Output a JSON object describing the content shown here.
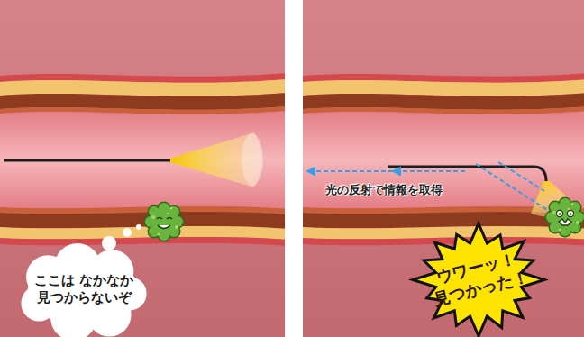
{
  "diagram": {
    "nodes": [
      {
        "text": [
          "ここは なかなか 見つからないぞ"
        ]
      },
      {
        "text": [
          "ウワーッ！ 見つかった！"
        ]
      }
    ],
    "labels": [
      "光の反射で情報を取得"
    ]
  }
}
